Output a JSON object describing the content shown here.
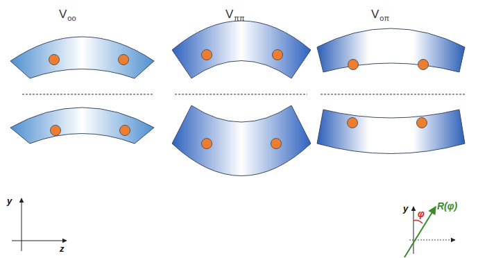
{
  "diagram": {
    "labels": [
      "V",
      "oo",
      "V",
      "ππ",
      "V",
      "oπ",
      "y",
      "z",
      "y",
      "φ",
      "R(φ)"
    ]
  }
}
